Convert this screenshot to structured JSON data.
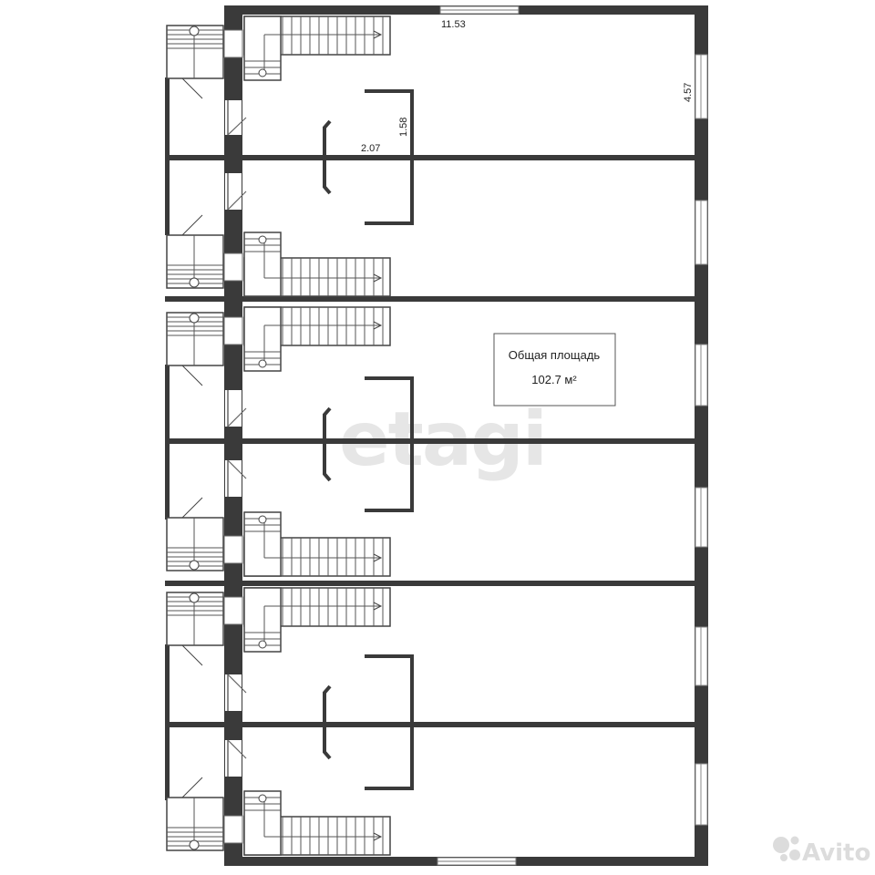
{
  "dimensions": {
    "length_top": "11.53",
    "width_right": "4.57",
    "stair_width": "2.07",
    "stair_depth": "1.58"
  },
  "area_label": {
    "title": "Общая площадь",
    "value": "102.7 м²"
  },
  "watermark": {
    "text": "etagi"
  },
  "brand_logo": {
    "text": "Avito",
    "icon": "avito-dots-icon"
  },
  "colors": {
    "wall": "#3a3a3a",
    "window": "#8a8a8a",
    "background": "#ffffff"
  }
}
